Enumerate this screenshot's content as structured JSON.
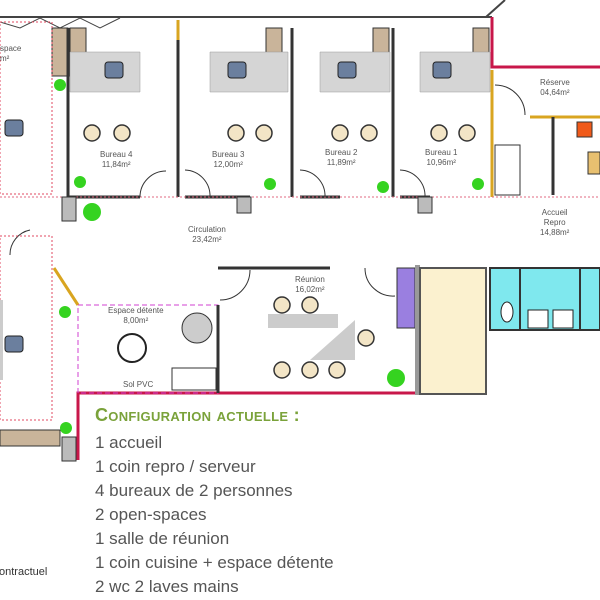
{
  "plan": {
    "rooms": {
      "open_space_top": {
        "name": "space",
        "area": "m²"
      },
      "bureau4": {
        "name": "Bureau 4",
        "area": "11,84m²"
      },
      "bureau3": {
        "name": "Bureau 3",
        "area": "12,00m²"
      },
      "bureau2": {
        "name": "Bureau 2",
        "area": "11,89m²"
      },
      "bureau1": {
        "name": "Bureau 1",
        "area": "10,96m²"
      },
      "reserve": {
        "name": "Réserve",
        "area": "04,64m²"
      },
      "accueil": {
        "name": "Accueil",
        "name2": "Repro",
        "area": "14,88m²"
      },
      "circulation": {
        "name": "Circulation",
        "area": "23,42m²"
      },
      "reunion": {
        "name": "Réunion",
        "area": "16,02m²"
      },
      "detente": {
        "name": "Espace détente",
        "area": "8,00m²",
        "floor": "Sol PVC"
      }
    },
    "colors": {
      "wall_red": "#c8174a",
      "wall_yellow": "#d9a520",
      "wc_cyan": "#7fe8ee",
      "shower_beige": "#fbf1cf",
      "purple": "#9a7fe0",
      "plant": "#35d320"
    }
  },
  "config": {
    "title": "Configuration actuelle :",
    "items": [
      "1 accueil",
      "1 coin repro / serveur",
      "4 bureaux de 2 personnes",
      "2 open-spaces",
      "1 salle de réunion",
      "1 coin cuisine + espace détente",
      "2 wc 2 laves mains"
    ]
  },
  "footnote": "ontractuel"
}
